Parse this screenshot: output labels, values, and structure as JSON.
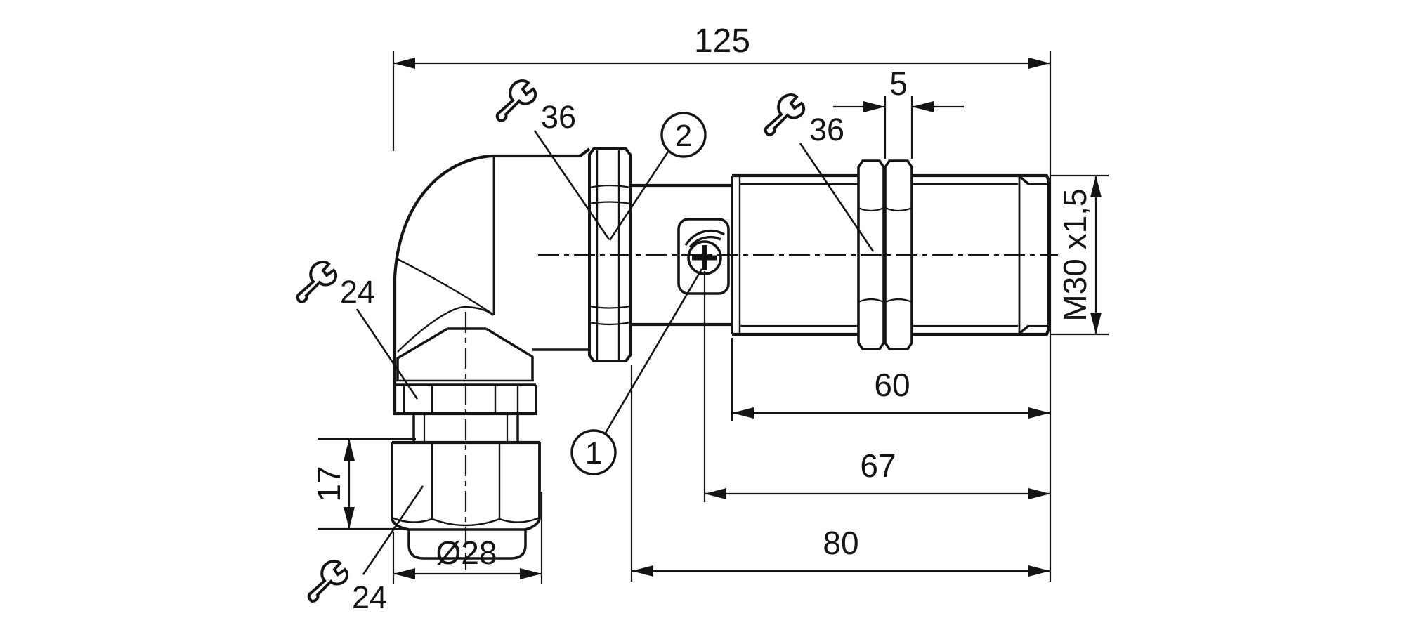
{
  "colors": {
    "line": "#141414",
    "background": "#ffffff"
  },
  "dimensions": {
    "overall_length": "125",
    "lock_nut_width": "5",
    "thread": "M30 x1,5",
    "thread_length": "60",
    "indicator_offset": "67",
    "body_offset": "80",
    "gland_nut_height": "17",
    "gland_nut_diameter": "Ø28"
  },
  "wrenches": [
    {
      "size": "36"
    },
    {
      "size": "36"
    },
    {
      "size": "24"
    },
    {
      "size": "24"
    }
  ],
  "balloons": [
    {
      "label": "2"
    },
    {
      "label": "1"
    }
  ]
}
